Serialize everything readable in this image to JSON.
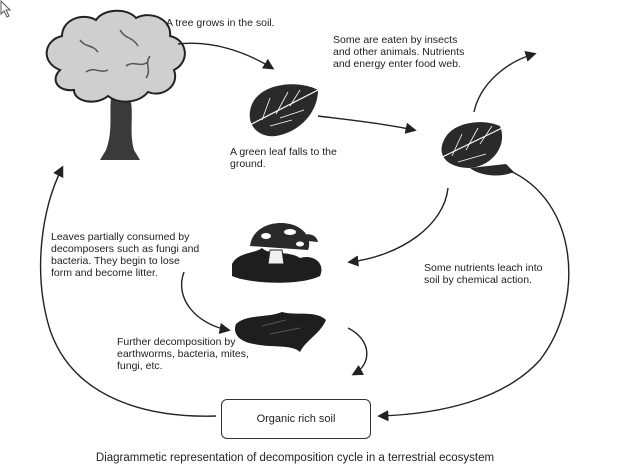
{
  "labels": {
    "tree": "A tree grows in the soil.",
    "eaten": "Some are eaten by insects and other animals. Nutrients and energy enter food web.",
    "green_leaf": "A green leaf falls to the ground.",
    "partial": "Leaves partially consumed by decomposers such as fungi and bacteria. They begin to lose form and become litter.",
    "leach": "Some nutrients leach into soil by chemical action.",
    "further": "Further decomposition by earthworms, bacteria, mites, fungi, etc.",
    "soil": "Organic rich soil"
  },
  "caption": "Diagrammetic representation of decomposition cycle in a terrestrial ecosystem"
}
